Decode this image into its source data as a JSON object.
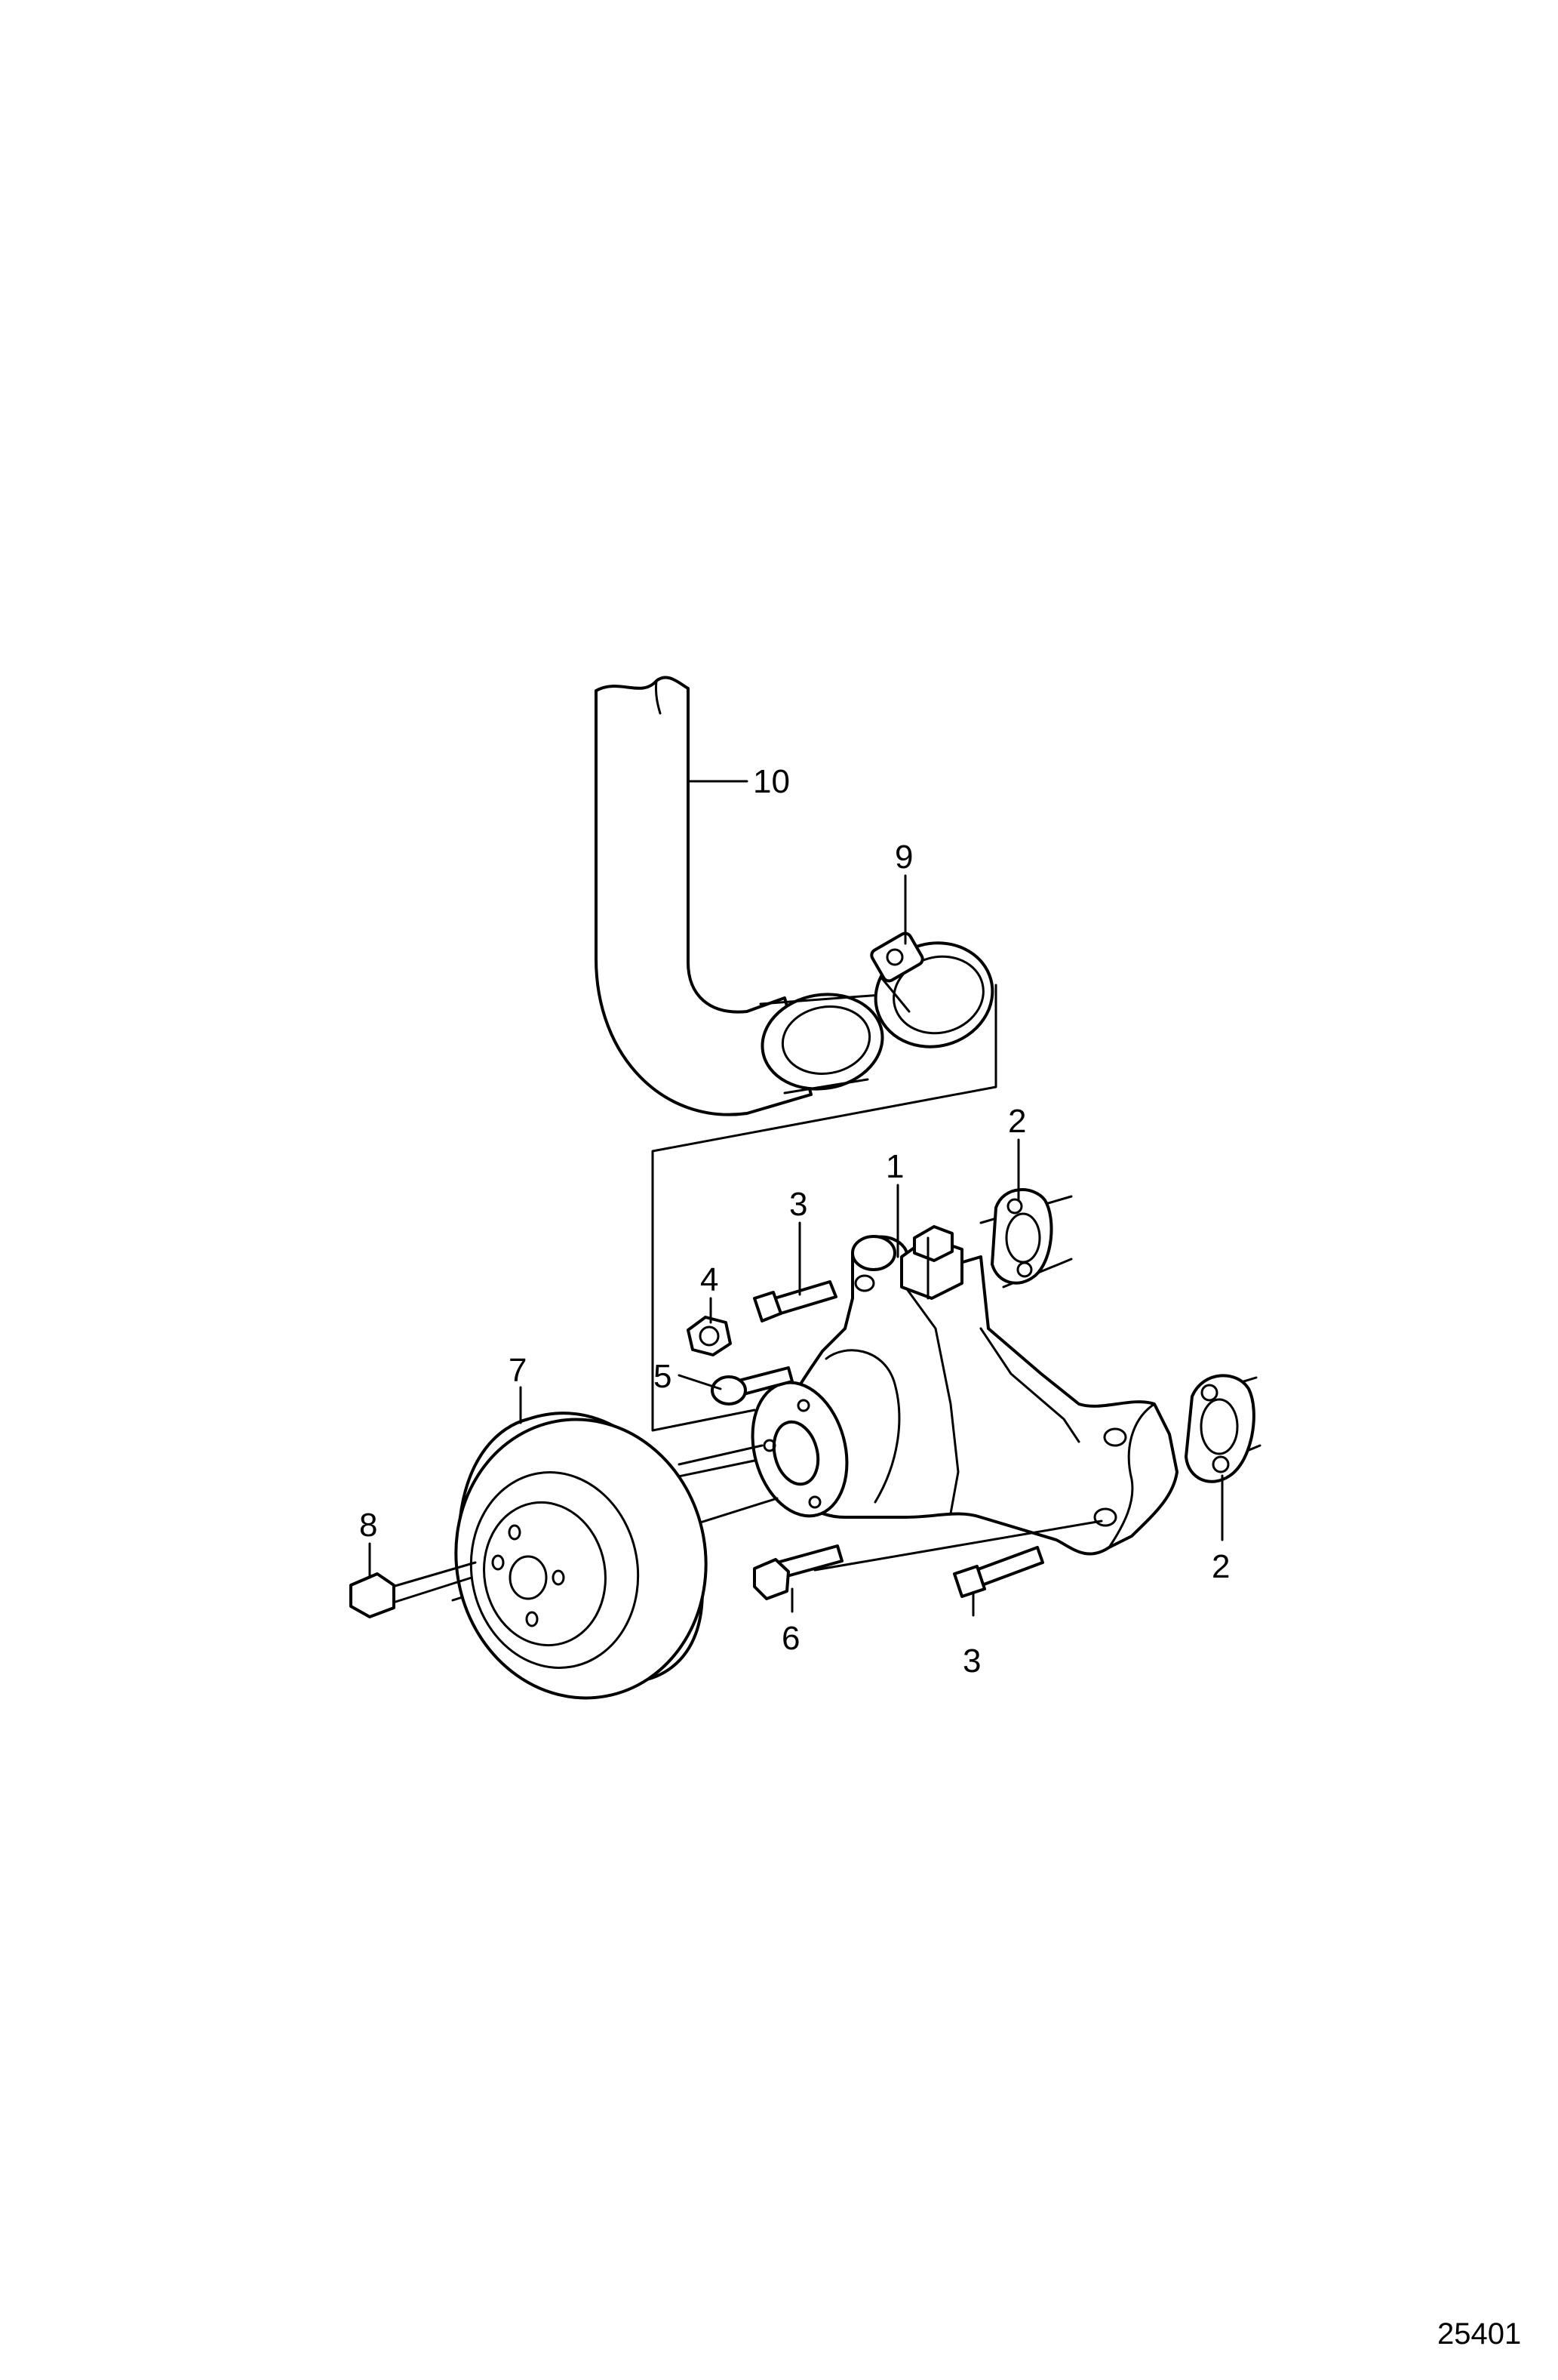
{
  "callouts": [
    {
      "id": "c1",
      "text": "1"
    },
    {
      "id": "c2a",
      "text": "2"
    },
    {
      "id": "c2b",
      "text": "2"
    },
    {
      "id": "c3a",
      "text": "3"
    },
    {
      "id": "c3b",
      "text": "3"
    },
    {
      "id": "c4",
      "text": "4"
    },
    {
      "id": "c5",
      "text": "5"
    },
    {
      "id": "c6",
      "text": "6"
    },
    {
      "id": "c7",
      "text": "7"
    },
    {
      "id": "c8",
      "text": "8"
    },
    {
      "id": "c9",
      "text": "9"
    },
    {
      "id": "c10",
      "text": "10"
    }
  ],
  "figure_number": "25401"
}
